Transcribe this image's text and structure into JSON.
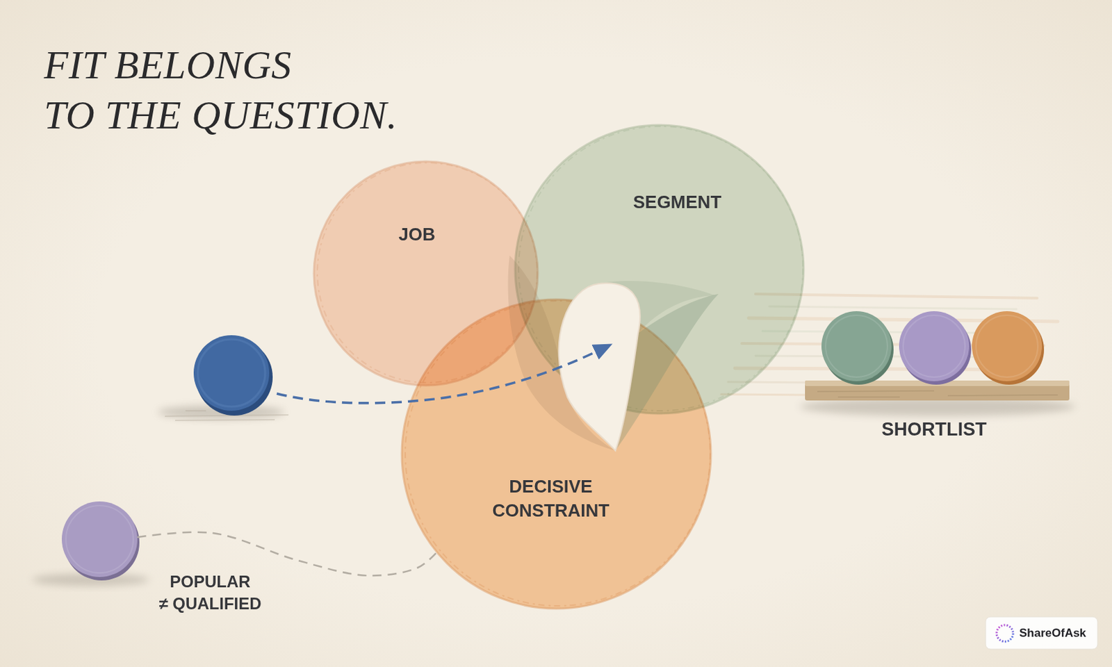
{
  "diagram": {
    "title": "FIT BELONGS TO THE QUESTION.",
    "nodes": [
      {
        "text": [
          "JOB"
        ]
      },
      {
        "text": [
          "SEGMENT"
        ]
      },
      {
        "text": [
          "DECISIVE CONSTRAINT"
        ]
      },
      {
        "text": [
          "SHORTLIST"
        ]
      },
      {
        "text": [
          "POPULAR ≠ QUALIFIED"
        ]
      }
    ],
    "edges": [
      {
        "from": 4,
        "to": 2,
        "arrow": "none"
      }
    ],
    "labels": [
      "ShareOfAsk"
    ]
  }
}
